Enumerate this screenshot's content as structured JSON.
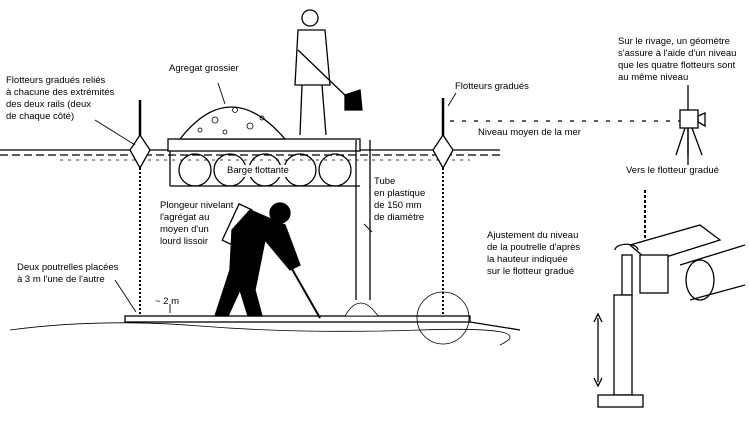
{
  "labels": {
    "aggregate": "Agregat grossier",
    "floats_left": [
      "Flotteurs gradués reliés",
      "à chacune des extrémités",
      "des deux rails (deux",
      "de chaque côté)"
    ],
    "floats_right": "Flotteurs gradués",
    "sea_level": "Niveau moyen de la mer",
    "surveyor": [
      "Sur le rivage, un géomètre",
      "s'assure à l'aide d'un niveau",
      "que les quatre flotteurs sont",
      "au même niveau"
    ],
    "toward_float": "Vers le flotteur gradué",
    "barge": "Barge flottante",
    "tube": [
      "Tube",
      "en plastique",
      "de 150 mm",
      "de diamètre"
    ],
    "diver": [
      "Plongeur nivelant",
      "l'agrégat au",
      "moyen d'un",
      "lourd lissoir"
    ],
    "adjustment": [
      "Ajustement du niveau",
      "de la poutrelle d'après",
      "la hauteur indiquée",
      "sur le flotteur gradué"
    ],
    "beams": [
      "Deux poutrelles placées",
      "à 3 m l'une de l'autre"
    ],
    "spacing": "~ 2 m"
  }
}
